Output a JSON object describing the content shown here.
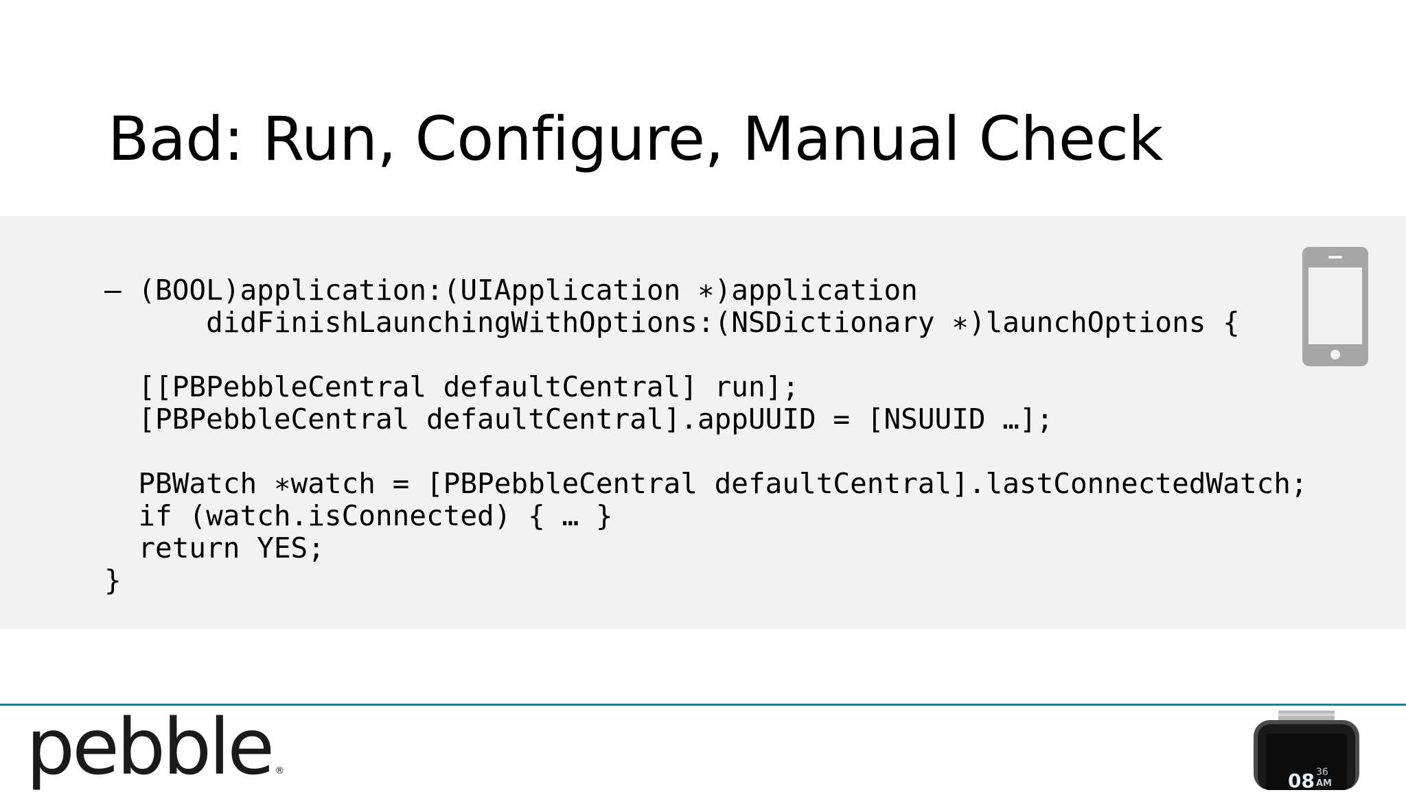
{
  "slide": {
    "title": "Bad: Run, Configure, Manual Check"
  },
  "code": {
    "lines": [
      "– (BOOL)application:(UIApplication ∗)application",
      "      didFinishLaunchingWithOptions:(NSDictionary ∗)launchOptions {",
      "",
      "  [[PBPebbleCentral defaultCentral] run];",
      "  [PBPebbleCentral defaultCentral].appUUID = [NSUUID …];",
      "",
      "  PBWatch ∗watch = [PBPebbleCentral defaultCentral].lastConnectedWatch;",
      "  if (watch.isConnected) { … }",
      "  return YES;",
      "}"
    ]
  },
  "icons": {
    "device": "smartphone-icon",
    "watch": "pebble-watch-image"
  },
  "footer": {
    "logo_text": "pebble",
    "logo_mark": "®",
    "watch_time_hour": "08",
    "watch_time_minute": "36",
    "watch_time_ampm": "AM"
  },
  "colors": {
    "code_background": "#f2f2f2",
    "footer_rule": "#1b7f8c",
    "phone_icon": "#a6a6a6"
  }
}
